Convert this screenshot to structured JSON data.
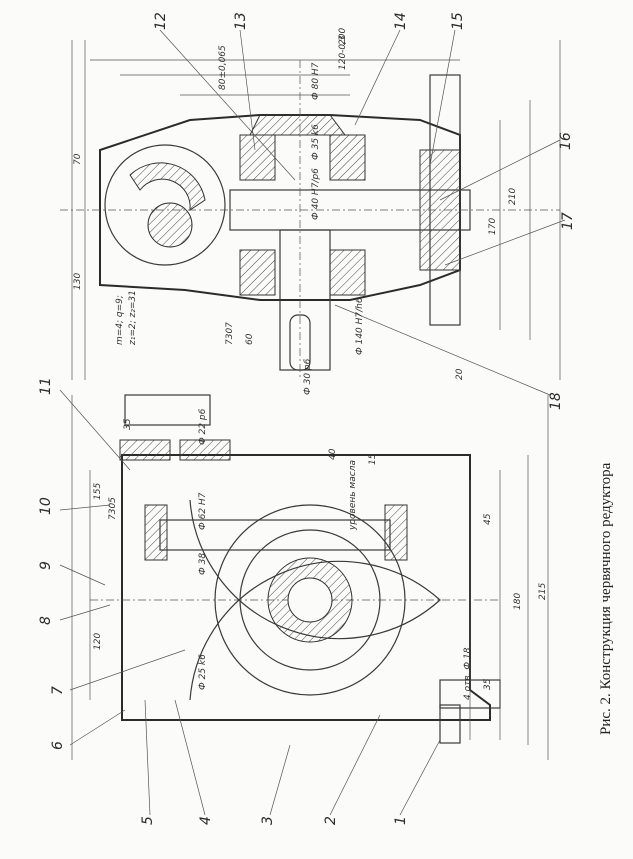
{
  "caption": "Рис. 2. Конструкция червячного редуктора",
  "part_numbers": [
    "1",
    "2",
    "3",
    "4",
    "5",
    "6",
    "7",
    "8",
    "9",
    "10",
    "11",
    "12",
    "13",
    "14",
    "15",
    "16",
    "17",
    "18"
  ],
  "left_view": {
    "dims": [
      "155",
      "120",
      "7305",
      "Ф 62 Н7",
      "Ф 38",
      "Ф 25 k6",
      "Ф 22 р6",
      "35",
      "40",
      "15",
      "45",
      "180",
      "215",
      "35",
      "4 отв. Ф 18"
    ],
    "labels": [
      "уровень масла"
    ]
  },
  "right_view": {
    "dims": [
      "200",
      "120-0,3",
      "80±0,065",
      "Ф 80 Н7",
      "Ф 35 k6",
      "Ф 40 Н7/р6",
      "130",
      "70",
      "210",
      "170",
      "7307",
      "60",
      "Ф 140 Н7/h6",
      "Ф 30 р6",
      "20"
    ],
    "gear_params": [
      "m=4; q=9;",
      "z₁=2; z₂=31"
    ]
  }
}
